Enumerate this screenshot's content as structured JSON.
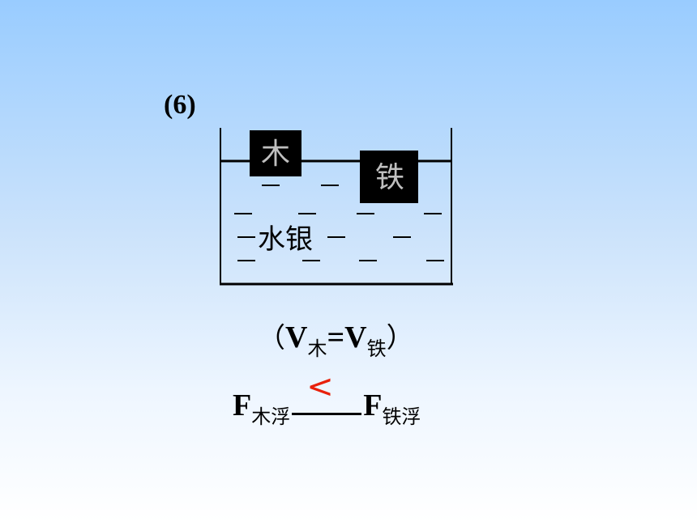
{
  "problem_number": "(6)",
  "blocks": {
    "wood": "木",
    "iron": "铁"
  },
  "liquid_label": "水银",
  "volume_condition": {
    "open_paren": "（",
    "symbol_left": "V",
    "sub_left": "木",
    "equals": "=",
    "symbol_right": "V",
    "sub_right": "铁",
    "close_paren": "）"
  },
  "force_comparison": {
    "symbol_left": "F",
    "sub_left": "木浮",
    "answer": "<",
    "symbol_right": "F",
    "sub_right": "铁浮"
  },
  "colors": {
    "answer": "#e8210c",
    "block_fill": "#000000",
    "block_text": "#bfbfbf"
  }
}
